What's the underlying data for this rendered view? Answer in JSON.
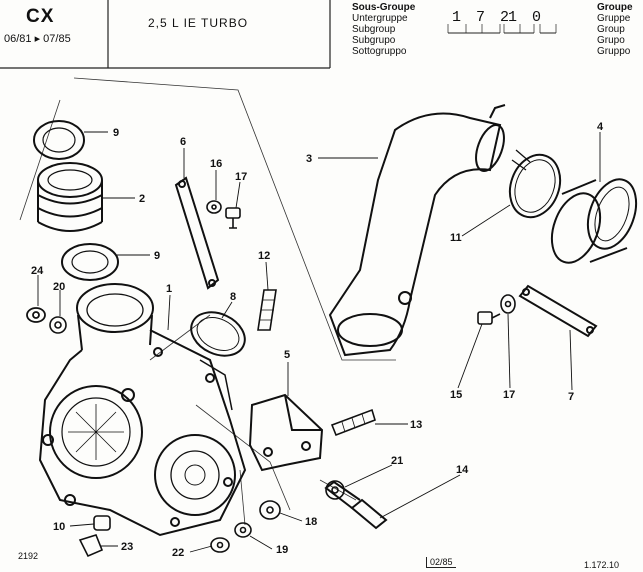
{
  "header": {
    "model": "CX",
    "dates": "06/81 ▸ 07/85",
    "title": "2,5 L IE TURBO",
    "subgroup_labels": [
      "Sous-Groupe",
      "Untergruppe",
      "Subgroup",
      "Subgrupo",
      "Sottogruppo"
    ],
    "group_labels": [
      "Groupe",
      "Gruppe",
      "Group",
      "Grupo",
      "Gruppo"
    ],
    "group_code": "1 7 2",
    "subgroup_code": "1 0"
  },
  "footer": {
    "left_code": "2192",
    "date_stamp": "02/85",
    "page_ref": "1.172.10"
  },
  "callouts": [
    "9",
    "2",
    "9",
    "24",
    "20",
    "1",
    "6",
    "16",
    "17",
    "12",
    "8",
    "3",
    "4",
    "11",
    "15",
    "17",
    "7",
    "5",
    "13",
    "21",
    "14",
    "18",
    "10",
    "23",
    "22",
    "19"
  ]
}
